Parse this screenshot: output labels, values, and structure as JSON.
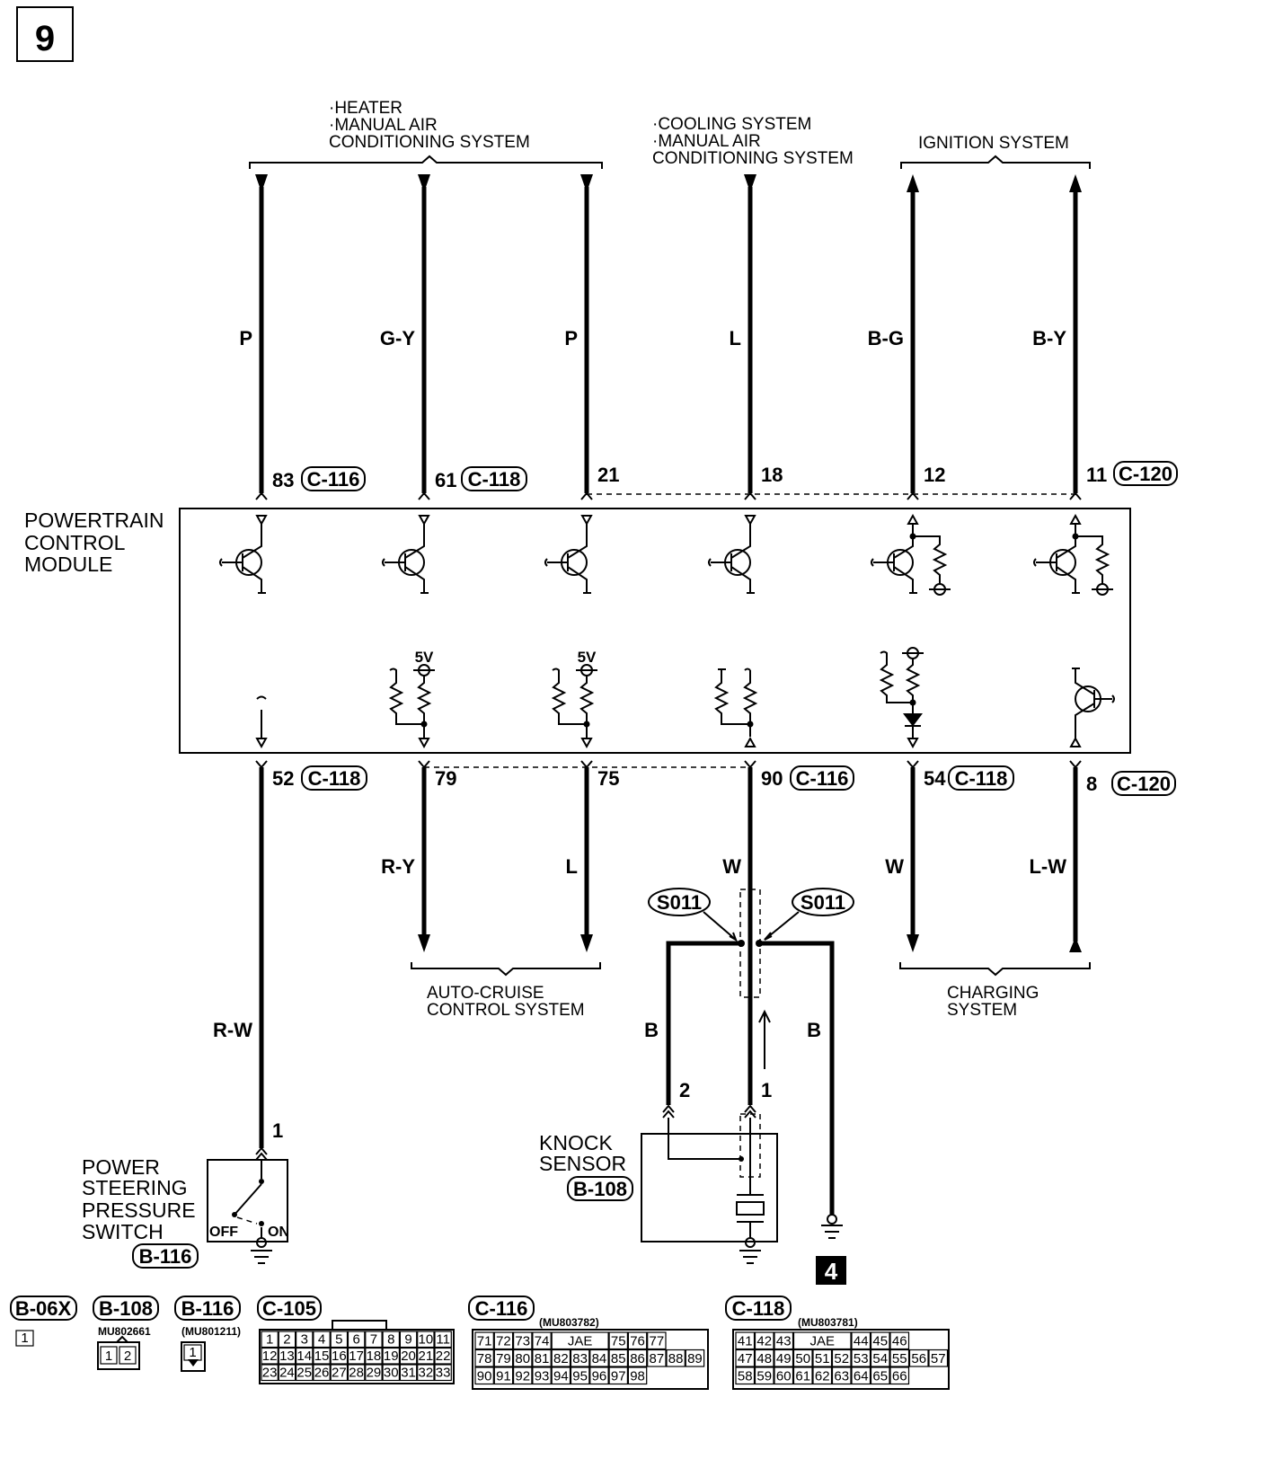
{
  "page_number": "9",
  "module_name": [
    "POWERTRAIN",
    "CONTROL",
    "MODULE"
  ],
  "groups": [
    {
      "id": "heater",
      "lines": [
        "·HEATER",
        "·MANUAL AIR",
        " CONDITIONING SYSTEM"
      ]
    },
    {
      "id": "cooling",
      "lines": [
        "·COOLING SYSTEM",
        "·MANUAL AIR",
        " CONDITIONING SYSTEM"
      ]
    },
    {
      "id": "ignition",
      "lines": [
        "IGNITION SYSTEM"
      ]
    },
    {
      "id": "autocruise",
      "lines": [
        "AUTO-CRUISE",
        "CONTROL SYSTEM"
      ]
    },
    {
      "id": "charging",
      "lines": [
        "CHARGING",
        "SYSTEM"
      ]
    }
  ],
  "top_wires": [
    {
      "color": "P",
      "pin": "83",
      "connector": "C-116"
    },
    {
      "color": "G-Y",
      "pin": "61",
      "connector": "C-118"
    },
    {
      "color": "P",
      "pin": "21",
      "connector": ""
    },
    {
      "color": "L",
      "pin": "18",
      "connector": ""
    },
    {
      "color": "B-G",
      "pin": "12",
      "connector": ""
    },
    {
      "color": "B-Y",
      "pin": "11",
      "connector": "C-120"
    }
  ],
  "bottom_wires": [
    {
      "color": "R-W",
      "pin": "52",
      "connector": "C-118"
    },
    {
      "color": "R-Y",
      "pin": "79",
      "connector": ""
    },
    {
      "color": "L",
      "pin": "75",
      "connector": ""
    },
    {
      "color": "W",
      "pin": "90",
      "connector": "C-116"
    },
    {
      "color": "W",
      "pin": "54",
      "connector": "C-118"
    },
    {
      "color": "L-W",
      "pin": "8",
      "connector": "C-120"
    }
  ],
  "module_supply_labels": [
    "5V",
    "5V"
  ],
  "splice_labels": [
    "S011",
    "S011"
  ],
  "knock_sensor": {
    "name": [
      "KNOCK",
      "SENSOR"
    ],
    "connector": "B-108",
    "pins": [
      "2",
      "1"
    ],
    "ground_wire_colors": [
      "B",
      "B"
    ]
  },
  "ps_switch": {
    "name": [
      "POWER",
      "STEERING",
      "PRESSURE",
      "SWITCH"
    ],
    "connector": "B-116",
    "pin": "1",
    "off_label": "OFF",
    "on_label": "ON"
  },
  "ground_point": "4",
  "connector_legend": [
    {
      "name": "B-06X",
      "part": "",
      "cells": [
        [
          "1"
        ]
      ]
    },
    {
      "name": "B-108",
      "part": "MU802661",
      "cells": [
        [
          "1",
          "2"
        ]
      ]
    },
    {
      "name": "B-116",
      "part": "(MU801211)",
      "cells": [
        [
          "1"
        ]
      ]
    },
    {
      "name": "C-105",
      "part": "",
      "cells": [
        [
          "1",
          "2",
          "3",
          "4",
          "5",
          "6",
          "7",
          "8",
          "9",
          "10",
          "11"
        ],
        [
          "12",
          "13",
          "14",
          "15",
          "16",
          "17",
          "18",
          "19",
          "20",
          "21",
          "22"
        ],
        [
          "23",
          "24",
          "25",
          "26",
          "27",
          "28",
          "29",
          "30",
          "31",
          "32",
          "33"
        ]
      ]
    },
    {
      "name": "C-116",
      "part": "(MU803782)",
      "cells": [
        [
          "71",
          "72",
          "73",
          "74",
          "JAE",
          "75",
          "76",
          "77"
        ],
        [
          "78",
          "79",
          "80",
          "81",
          "82",
          "83",
          "84",
          "85",
          "86",
          "87",
          "88",
          "89"
        ],
        [
          "90",
          "91",
          "92",
          "93",
          "94",
          "95",
          "96",
          "97",
          "98"
        ]
      ]
    },
    {
      "name": "C-118",
      "part": "(MU803781)",
      "cells": [
        [
          "41",
          "42",
          "43",
          "JAE",
          "44",
          "45",
          "46"
        ],
        [
          "47",
          "48",
          "49",
          "50",
          "51",
          "52",
          "53",
          "54",
          "55",
          "56",
          "57"
        ],
        [
          "58",
          "59",
          "60",
          "61",
          "62",
          "63",
          "64",
          "65",
          "66"
        ]
      ]
    }
  ]
}
